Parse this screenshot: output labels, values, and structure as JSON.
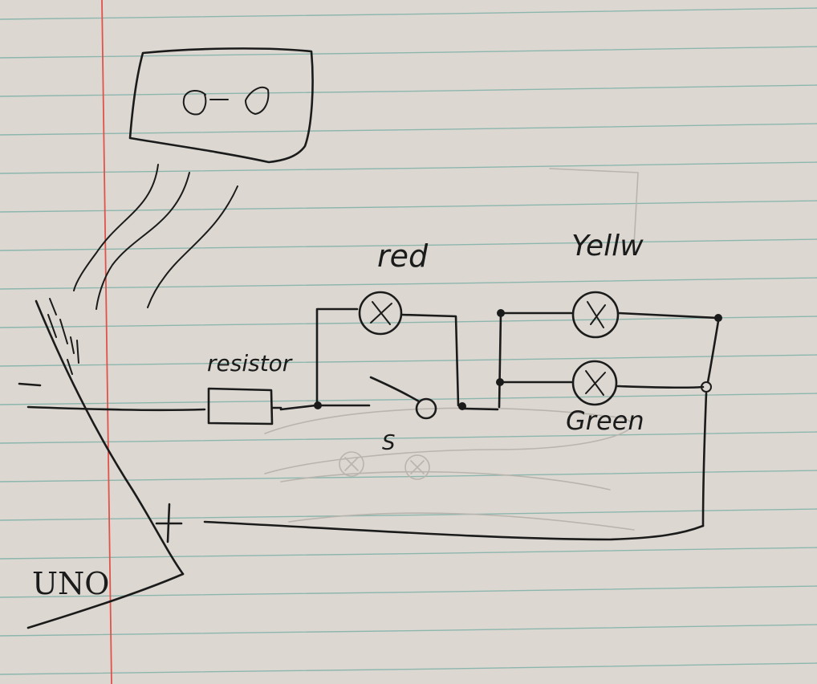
{
  "labels": {
    "red_lamp": "red",
    "yellow_lamp": "Yellw",
    "green_lamp": "Green",
    "resistor": "resistor",
    "switch": "S",
    "board": "UNO",
    "negative_terminal": "-",
    "positive_terminal": "+"
  },
  "colors": {
    "paper": "#dcd8d1",
    "ruled_line": "#7fb0a8",
    "margin_line": "#e0524a",
    "ink": "#1b1b1b"
  }
}
